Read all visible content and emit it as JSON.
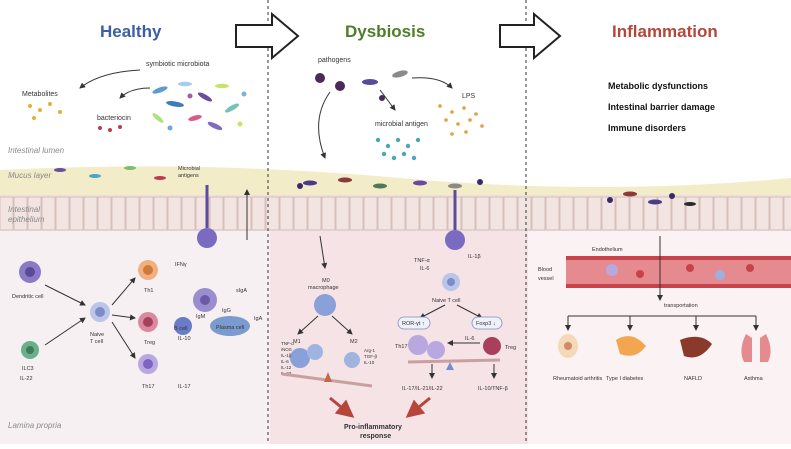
{
  "panels": {
    "healthy": {
      "title": "Healthy",
      "color": "#3a5ea8"
    },
    "dysbiosis": {
      "title": "Dysbiosis",
      "color": "#4f7d2a"
    },
    "inflammation": {
      "title": "Inflammation",
      "color": "#b5463a"
    }
  },
  "layers": {
    "lumen": "Intestinal lumen",
    "mucus": "Mucus layer",
    "epithelium_1": "Intestinal",
    "epithelium_2": "epithelium",
    "lamina": "Lamina propria"
  },
  "healthy": {
    "symbiotic": "symbiotic microbiota",
    "metabolites": "Metabolites",
    "bacteriocin": "bacteriocin",
    "microbial_antigens_1": "Microbial",
    "microbial_antigens_2": "antigens",
    "dendritic": "Dendritic cell",
    "naive_1": "Naive",
    "naive_2": "T cell",
    "ilc3": "ILC3",
    "il22": "IL-22",
    "th1": "Th1",
    "ifng": "IFNγ",
    "treg": "Treg",
    "il10": "IL-10",
    "th17": "Th17",
    "il17": "IL-17",
    "bcell": "B cell",
    "igm": "IgM",
    "igg": "IgG",
    "plasma": "Plasma cell",
    "iga": "IgA",
    "siga": "sIgA"
  },
  "dysbiosis": {
    "pathogens": "pathogens",
    "lps": "LPS",
    "microbial_antigen": "microbial antigen",
    "tnf": "TNF-α",
    "il6": "IL-6",
    "il1b": "IL-1β",
    "m0_1": "M0",
    "m0_2": "macrophage",
    "m1": "M1",
    "m2": "M2",
    "m1_list": [
      "TNF-α",
      "iNOS",
      "IL-1β",
      "IL-6",
      "IL-12",
      "IL-23"
    ],
    "m2_list": [
      "Arg-1",
      "TGF-β",
      "IL-10"
    ],
    "naive": "Naive T cell",
    "ror": "ROR-γt ↑",
    "foxp3": "Foxp3 ↓",
    "th17": "Th17",
    "il6b": "IL-6",
    "treg": "Treg",
    "th17_out": "IL-17/IL-21/IL-22",
    "treg_out": "IL-10/TNF-β",
    "pro_1": "Pro-inflammatory",
    "pro_2": "response"
  },
  "inflammation": {
    "outcomes": [
      "Metabolic dysfunctions",
      "Intestinal barrier damage",
      "Immune disorders"
    ],
    "endothelium": "Endothelium",
    "blood_1": "Blood",
    "blood_2": "vessel",
    "transport": "transportation",
    "diseases": [
      "Rheumatoid arthritis",
      "Type I diabetes",
      "NAFLD",
      "Asthma"
    ]
  },
  "colors": {
    "mucus": "#f3ecc8",
    "epithelium": "#efe0dd",
    "lamina_healthy": "#f6f0f2",
    "lamina_dysbiosis": "#f6e3e6",
    "vessel": "#c8424a",
    "arrow_red": "#b5463a"
  },
  "icons": [
    "right-arrow-icon",
    "bacteria-icon",
    "immune-cell-icon",
    "seesaw-icon",
    "organ-icon"
  ]
}
